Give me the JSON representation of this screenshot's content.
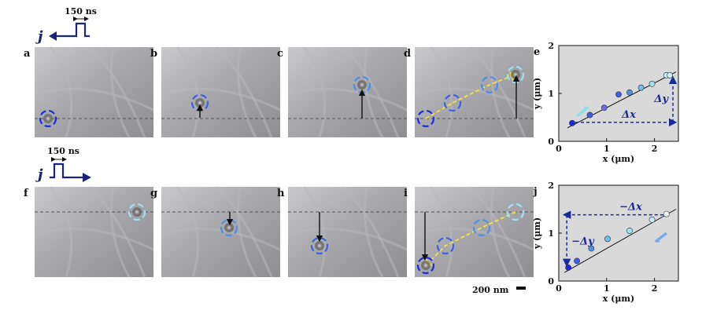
{
  "top_row": {
    "pulse_label": "150 ns",
    "current_label": "j",
    "panels": [
      {
        "label": "a",
        "markers": [
          {
            "x": 61,
            "y": 151,
            "c": "#1a2ae0"
          }
        ],
        "arrow": null,
        "trail": false
      },
      {
        "label": "b",
        "markers": [
          {
            "x": 254,
            "y": 131,
            "c": "#3b5fe6"
          }
        ],
        "arrow": {
          "x": 254,
          "y1": 150,
          "y2": 137
        },
        "trail": false
      },
      {
        "label": "c",
        "markers": [
          {
            "x": 460,
            "y": 108,
            "c": "#4a90e8"
          }
        ],
        "arrow": {
          "x": 460,
          "y1": 151,
          "y2": 118
        },
        "trail": false
      },
      {
        "label": "d",
        "markers": [
          {
            "x": 541,
            "y": 151,
            "c": "#1a2ae0"
          },
          {
            "x": 575,
            "y": 131,
            "c": "#3b5fe6"
          },
          {
            "x": 622,
            "y": 108,
            "c": "#4a90e8"
          },
          {
            "x": 655,
            "y": 95,
            "c": "#9fe0f2"
          }
        ],
        "arrow": {
          "x": 656,
          "y1": 151,
          "y2": 100
        },
        "trail": true
      }
    ]
  },
  "bottom_row": {
    "pulse_label": "150 ns",
    "current_label": "j",
    "panels": [
      {
        "label": "f",
        "markers": [
          {
            "x": 174,
            "y": 270,
            "c": "#9fe0f2"
          }
        ],
        "arrow": null,
        "trail": false
      },
      {
        "label": "g",
        "markers": [
          {
            "x": 291,
            "y": 290,
            "c": "#4a90e8"
          }
        ],
        "arrow": {
          "x": 292,
          "y1": 270,
          "y2": 283
        },
        "trail": false
      },
      {
        "label": "h",
        "markers": [
          {
            "x": 406,
            "y": 313,
            "c": "#3b5fe6"
          }
        ],
        "arrow": {
          "x": 406,
          "y1": 270,
          "y2": 304
        },
        "trail": false
      },
      {
        "label": "i",
        "markers": [
          {
            "x": 655,
            "y": 270,
            "c": "#9fe0f2"
          },
          {
            "x": 612,
            "y": 290,
            "c": "#4a90e8"
          },
          {
            "x": 566,
            "y": 313,
            "c": "#3b5fe6"
          },
          {
            "x": 541,
            "y": 338,
            "c": "#1a2ae0"
          }
        ],
        "arrow": {
          "x": 540,
          "y1": 270,
          "y2": 328
        },
        "trail": true
      }
    ]
  },
  "scale_bar_label": "200 nm",
  "chart_data": [
    {
      "panel": "e",
      "type": "scatter",
      "xlabel": "x (μm)",
      "ylabel": "y (μm)",
      "xlim": [
        0,
        2.5
      ],
      "ylim": [
        0,
        2
      ],
      "xticks": [
        "0",
        "1",
        "2"
      ],
      "yticks": [
        "0",
        "1",
        "2"
      ],
      "background": "#d9d9d9",
      "points": [
        {
          "x": 0.28,
          "y": 0.38,
          "c": "#1a2ae0"
        },
        {
          "x": 0.65,
          "y": 0.55,
          "c": "#3b5fe6"
        },
        {
          "x": 0.95,
          "y": 0.7,
          "c": "#6b6fe0"
        },
        {
          "x": 1.25,
          "y": 0.98,
          "c": "#3b5fe6"
        },
        {
          "x": 1.48,
          "y": 1.02,
          "c": "#4a90e8"
        },
        {
          "x": 1.72,
          "y": 1.12,
          "c": "#6cc0ec"
        },
        {
          "x": 1.95,
          "y": 1.2,
          "c": "#9fe0f2"
        },
        {
          "x": 2.25,
          "y": 1.38,
          "c": "#c8eef8"
        },
        {
          "x": 2.32,
          "y": 1.38,
          "c": "#c8eef8"
        }
      ],
      "fit_line": [
        [
          0.18,
          0.28
        ],
        [
          2.45,
          1.45
        ]
      ],
      "delta_x_label": "Δx",
      "delta_y_label": "Δy",
      "motion_arrow": "up-right"
    },
    {
      "panel": "j",
      "type": "scatter",
      "xlabel": "x (μm)",
      "ylabel": "y (μm)",
      "xlim": [
        0,
        2.5
      ],
      "ylim": [
        0,
        2
      ],
      "xticks": [
        "0",
        "1",
        "2"
      ],
      "yticks": [
        "0",
        "1",
        "2"
      ],
      "background": "#d9d9d9",
      "points": [
        {
          "x": 0.2,
          "y": 0.28,
          "c": "#1a2ae0"
        },
        {
          "x": 0.38,
          "y": 0.42,
          "c": "#3b5fe6"
        },
        {
          "x": 0.68,
          "y": 0.68,
          "c": "#4a90e8"
        },
        {
          "x": 1.02,
          "y": 0.88,
          "c": "#6cc0ec"
        },
        {
          "x": 1.48,
          "y": 1.05,
          "c": "#9fe0f2"
        },
        {
          "x": 1.95,
          "y": 1.28,
          "c": "#c8eef8"
        },
        {
          "x": 2.25,
          "y": 1.4,
          "c": "#e8f8fc"
        }
      ],
      "fit_line": [
        [
          0.12,
          0.18
        ],
        [
          2.45,
          1.5
        ]
      ],
      "delta_x_label": "−Δx",
      "delta_y_label": "−Δy",
      "motion_arrow": "down-left"
    }
  ]
}
